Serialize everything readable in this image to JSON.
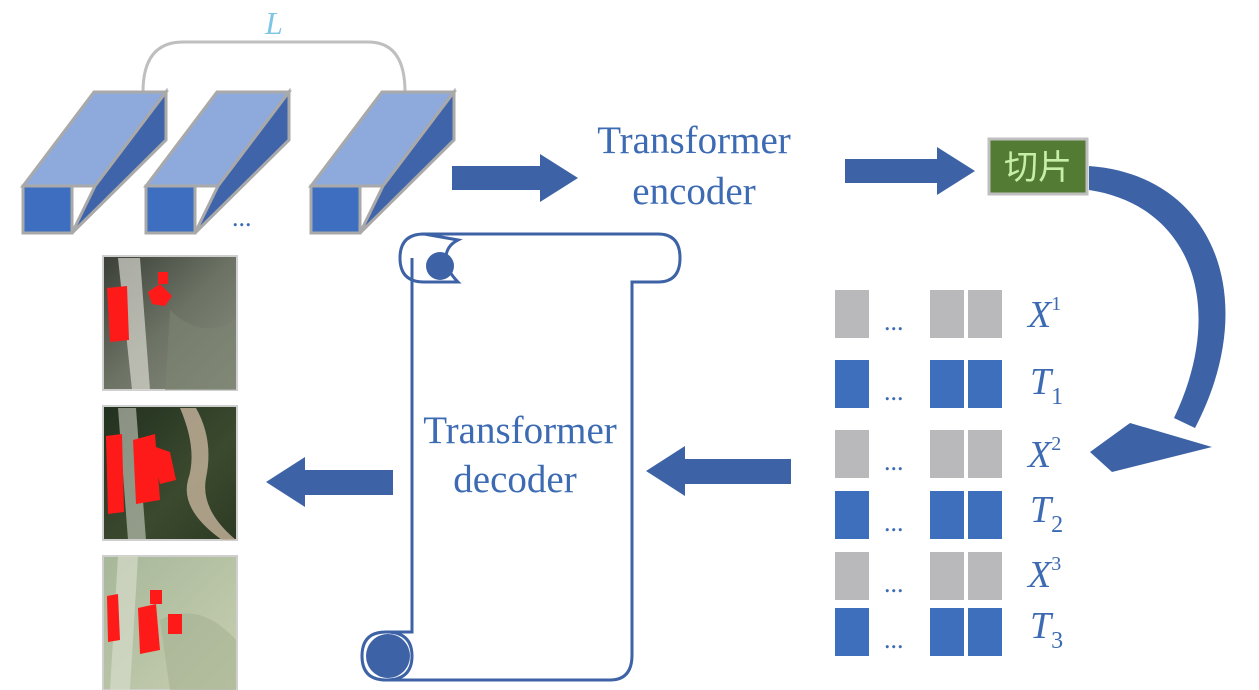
{
  "loop_label": "L",
  "ellipsis": "...",
  "encoder": {
    "line1": "Transformer",
    "line2": "encoder"
  },
  "decoder": {
    "line1": "Transformer",
    "line2": "decoder"
  },
  "slice_label": "切片",
  "sequences": [
    {
      "symbol": "X",
      "sup": "1",
      "sub": "",
      "kind": "image-token"
    },
    {
      "symbol": "T",
      "sup": "",
      "sub": "1",
      "kind": "text-token"
    },
    {
      "symbol": "X",
      "sup": "2",
      "sub": "",
      "kind": "image-token"
    },
    {
      "symbol": "T",
      "sup": "",
      "sub": "2",
      "kind": "text-token"
    },
    {
      "symbol": "X",
      "sup": "3",
      "sub": "",
      "kind": "image-token"
    },
    {
      "symbol": "T",
      "sup": "",
      "sub": "3",
      "kind": "text-token"
    }
  ],
  "output_images": [
    {
      "name": "output-image-1",
      "style": "dark terrain with red building masks"
    },
    {
      "name": "output-image-2",
      "style": "forest with red building masks"
    },
    {
      "name": "output-image-3",
      "style": "pale green field with red building masks"
    }
  ],
  "colors": {
    "block_dark": "#3f64a9",
    "block_light": "#8eaadc",
    "block_front": "#3d6ec0",
    "arrow": "#3d63a6",
    "text": "#3d6bb3",
    "loop_text": "#7fc6e6",
    "token_gray": "#b9b9bc",
    "token_blue": "#3e6fbd",
    "slice_bg": "#537b33",
    "slice_text": "#c6f0a6",
    "mask_red": "#ff1a1a"
  }
}
